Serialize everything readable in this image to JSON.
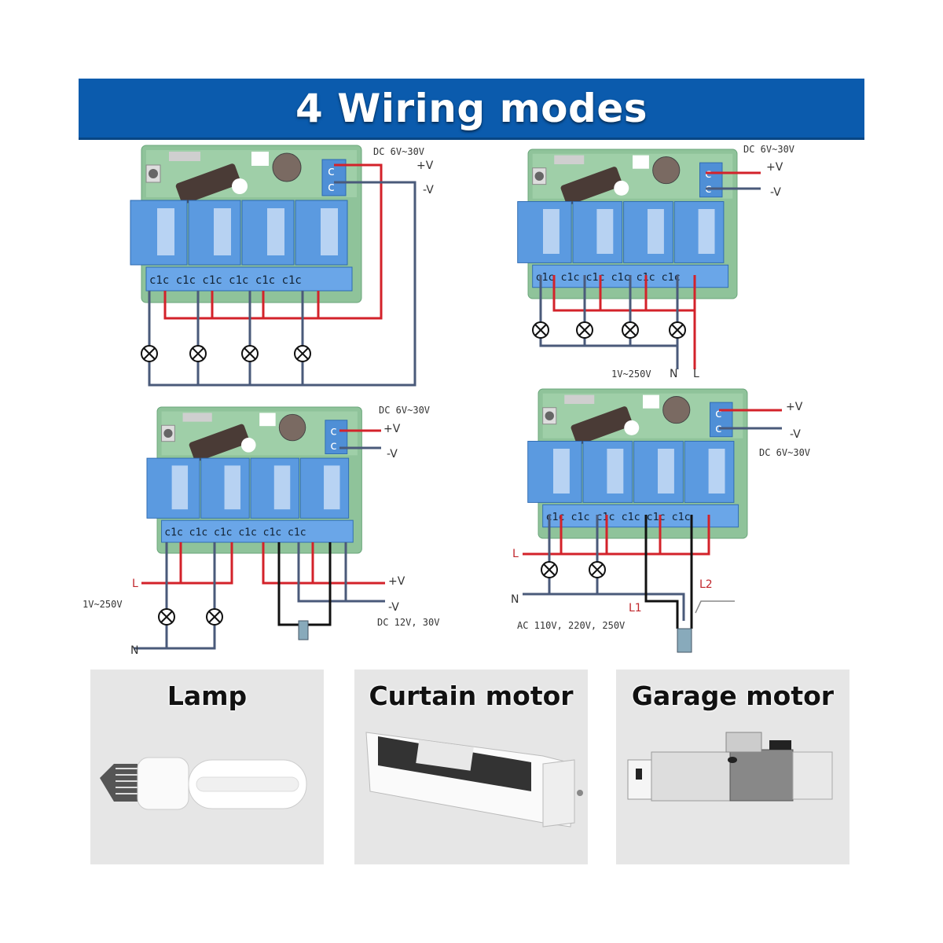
{
  "header": {
    "title": "4 Wiring modes"
  },
  "diagrams": [
    {
      "id": "mode-1",
      "supply_label": "DC 6V~30V",
      "plus_label": "+V",
      "minus_label": "-V",
      "loads": 4
    },
    {
      "id": "mode-2",
      "supply_label": "DC 6V~30V",
      "plus_label": "+V",
      "minus_label": "-V",
      "ac_label": "1V~250V",
      "n_label": "N",
      "l_label": "L",
      "loads": 4
    },
    {
      "id": "mode-3",
      "supply_label": "DC 6V~30V",
      "plus_label": "+V",
      "minus_label": "-V",
      "ac_label": "1V~250V",
      "l_label": "L",
      "n_label": "N",
      "motor_plus_label": "+V",
      "motor_minus_label": "-V",
      "motor_supply_label": "DC 12V, 30V",
      "loads": 2
    },
    {
      "id": "mode-4",
      "supply_label": "DC 6V~30V",
      "plus_label": "+V",
      "minus_label": "-V",
      "l_label": "L",
      "n_label": "N",
      "l1_label": "L1",
      "l2_label": "L2",
      "ac_label": "AC 110V, 220V, 250V",
      "loads": 2
    }
  ],
  "applications": [
    {
      "label": "Lamp",
      "icon": "lamp-icon"
    },
    {
      "label": "Curtain motor",
      "icon": "curtain-motor-icon"
    },
    {
      "label": "Garage motor",
      "icon": "garage-motor-icon"
    }
  ],
  "colors": {
    "banner": "#0b5bad",
    "wire_positive": "#d3222a",
    "wire_negative": "#4a5a7a",
    "wire_motor": "#111111",
    "pcb": "#8fc39a",
    "relay": "#4f8fd6",
    "card_bg": "#e6e6e6"
  }
}
